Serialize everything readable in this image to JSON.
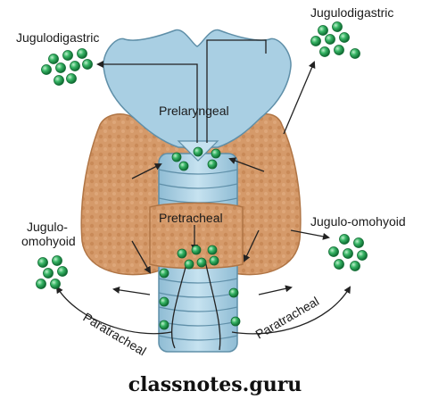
{
  "labels": {
    "jugulodigastric_left": "Jugulodigastric",
    "jugulodigastric_right": "Jugulodigastric",
    "prelaryngeal": "Prelaryngeal",
    "pretracheal": "Pretracheal",
    "jugulo_omohyoid_left_1": "Jugulo-",
    "jugulo_omohyoid_left_2": "omohyoid",
    "jugulo_omohyoid_right": "Jugulo-omohyoid",
    "paratracheal_left": "Paratracheal",
    "paratracheal_right": "Paratracheal"
  },
  "footer": "classnotes.guru",
  "colors": {
    "cartilage": "#a9cfe3",
    "cartilage_stroke": "#5f8fa8",
    "thyroid": "#d59a6a",
    "thyroid_stroke": "#b07545",
    "node": "#2aa35a",
    "node_stroke": "#0f6b32",
    "arrow": "#222222"
  }
}
